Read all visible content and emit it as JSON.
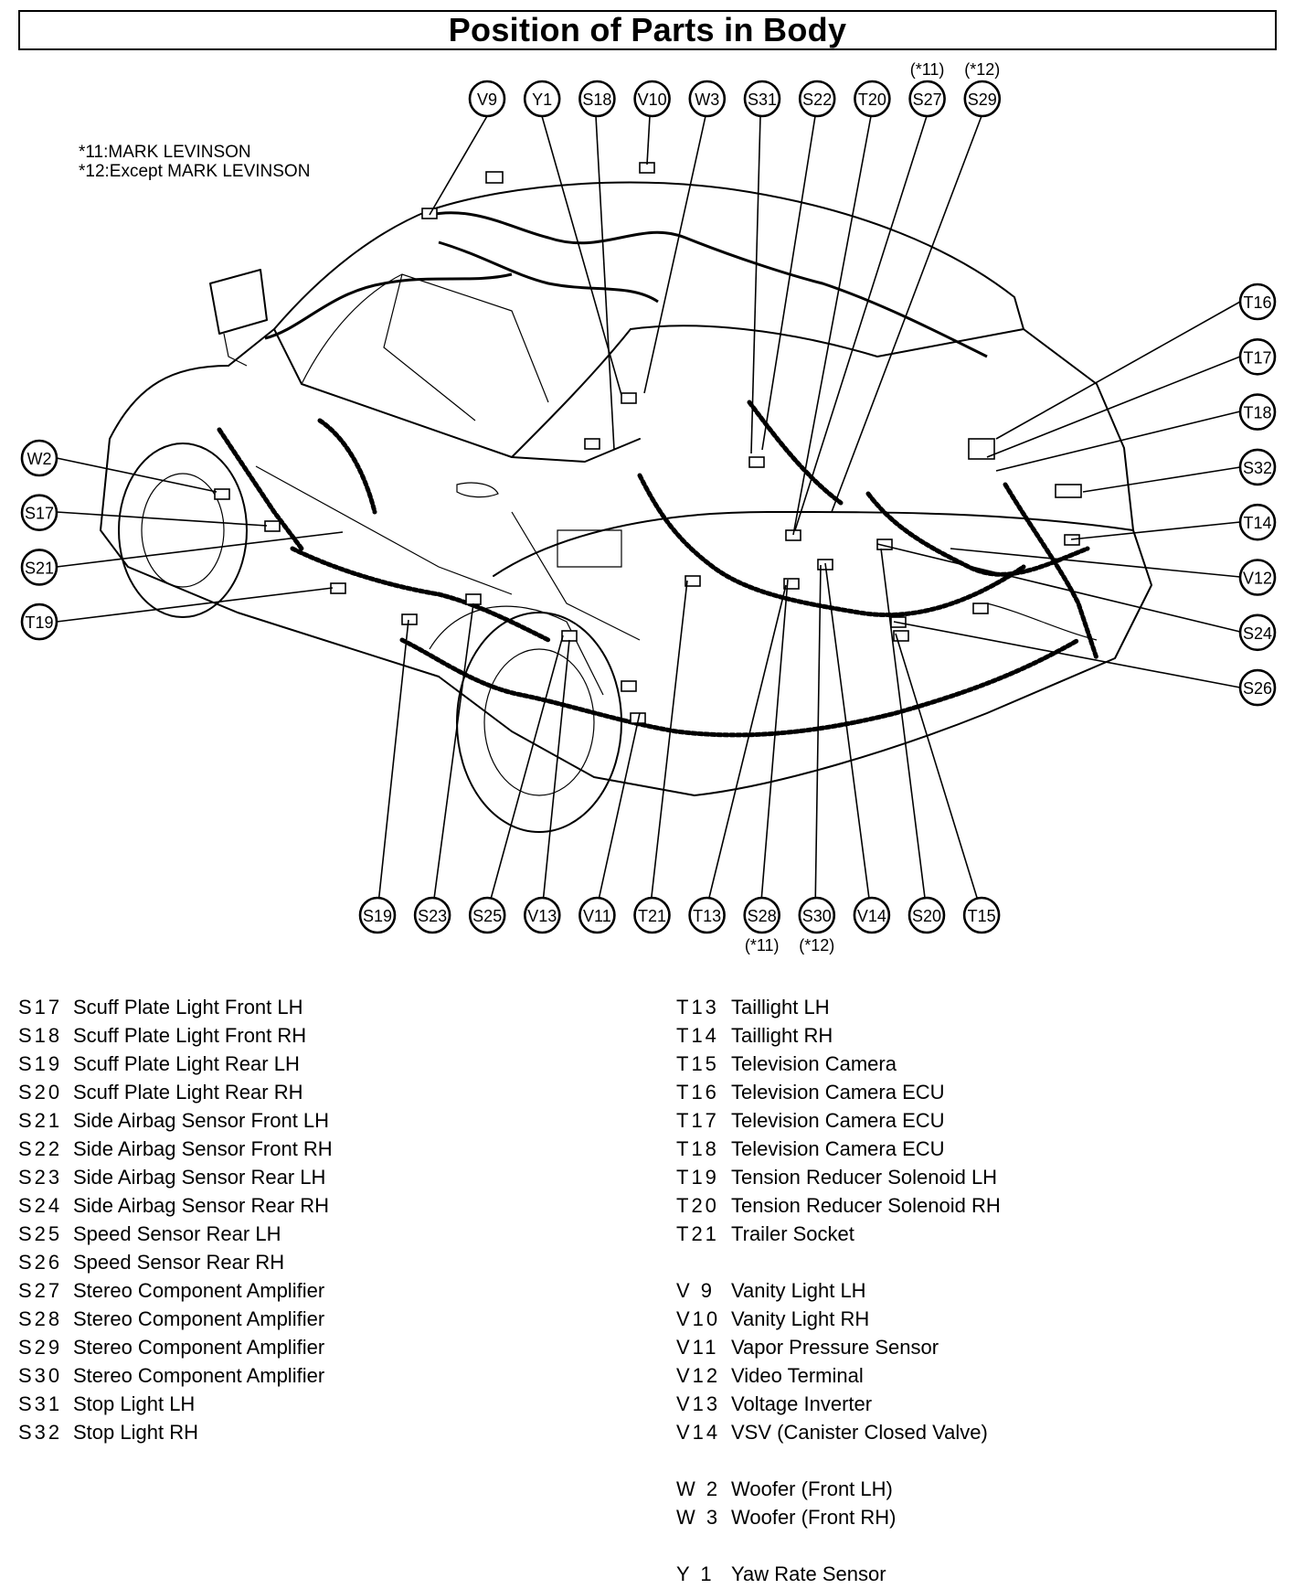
{
  "title": "Position of Parts in Body",
  "notes": [
    "*11:MARK LEVINSON",
    "*12:Except MARK LEVINSON"
  ],
  "callouts_top": [
    {
      "id": "V9"
    },
    {
      "id": "Y1"
    },
    {
      "id": "S18"
    },
    {
      "id": "V10"
    },
    {
      "id": "W3"
    },
    {
      "id": "S31"
    },
    {
      "id": "S22"
    },
    {
      "id": "T20"
    },
    {
      "id": "S27",
      "note": "(*11)"
    },
    {
      "id": "S29",
      "note": "(*12)"
    }
  ],
  "callouts_right": [
    {
      "id": "T16"
    },
    {
      "id": "T17"
    },
    {
      "id": "T18"
    },
    {
      "id": "S32"
    },
    {
      "id": "T14"
    },
    {
      "id": "V12"
    },
    {
      "id": "S24"
    },
    {
      "id": "S26"
    }
  ],
  "callouts_left": [
    {
      "id": "W2"
    },
    {
      "id": "S17"
    },
    {
      "id": "S21"
    },
    {
      "id": "T19"
    }
  ],
  "callouts_bottom": [
    {
      "id": "S19"
    },
    {
      "id": "S23"
    },
    {
      "id": "S25"
    },
    {
      "id": "V13"
    },
    {
      "id": "V11"
    },
    {
      "id": "T21"
    },
    {
      "id": "T13"
    },
    {
      "id": "S28",
      "note": "(*11)"
    },
    {
      "id": "S30",
      "note": "(*12)"
    },
    {
      "id": "V14"
    },
    {
      "id": "S20"
    },
    {
      "id": "T15"
    }
  ],
  "legend_left": [
    {
      "code": "S17",
      "name": "Scuff Plate Light Front LH"
    },
    {
      "code": "S18",
      "name": "Scuff Plate Light Front RH"
    },
    {
      "code": "S19",
      "name": "Scuff Plate Light Rear LH"
    },
    {
      "code": "S20",
      "name": "Scuff Plate Light Rear RH"
    },
    {
      "code": "S21",
      "name": "Side Airbag Sensor Front LH"
    },
    {
      "code": "S22",
      "name": "Side Airbag Sensor Front RH"
    },
    {
      "code": "S23",
      "name": "Side Airbag Sensor Rear LH"
    },
    {
      "code": "S24",
      "name": "Side Airbag Sensor Rear RH"
    },
    {
      "code": "S25",
      "name": "Speed Sensor Rear LH"
    },
    {
      "code": "S26",
      "name": "Speed Sensor Rear RH"
    },
    {
      "code": "S27",
      "name": "Stereo Component Amplifier"
    },
    {
      "code": "S28",
      "name": "Stereo Component Amplifier"
    },
    {
      "code": "S29",
      "name": "Stereo Component Amplifier"
    },
    {
      "code": "S30",
      "name": "Stereo Component Amplifier"
    },
    {
      "code": "S31",
      "name": "Stop Light LH"
    },
    {
      "code": "S32",
      "name": "Stop Light RH"
    }
  ],
  "legend_right": [
    {
      "code": "T13",
      "name": "Taillight LH"
    },
    {
      "code": "T14",
      "name": "Taillight RH"
    },
    {
      "code": "T15",
      "name": "Television Camera"
    },
    {
      "code": "T16",
      "name": "Television Camera ECU"
    },
    {
      "code": "T17",
      "name": "Television Camera ECU"
    },
    {
      "code": "T18",
      "name": "Television Camera ECU"
    },
    {
      "code": "T19",
      "name": "Tension Reducer Solenoid LH"
    },
    {
      "code": "T20",
      "name": "Tension Reducer Solenoid RH"
    },
    {
      "code": "T21",
      "name": "Trailer Socket"
    },
    {
      "gap": true
    },
    {
      "code": "V 9",
      "name": "Vanity Light LH"
    },
    {
      "code": "V10",
      "name": "Vanity Light RH"
    },
    {
      "code": "V11",
      "name": "Vapor Pressure Sensor"
    },
    {
      "code": "V12",
      "name": "Video Terminal"
    },
    {
      "code": "V13",
      "name": "Voltage Inverter"
    },
    {
      "code": "V14",
      "name": "VSV (Canister Closed Valve)"
    },
    {
      "gap": true
    },
    {
      "code": "W 2",
      "name": "Woofer (Front LH)"
    },
    {
      "code": "W 3",
      "name": "Woofer (Front RH)"
    },
    {
      "gap": true
    },
    {
      "code": "Y 1",
      "name": "Yaw Rate Sensor"
    }
  ]
}
